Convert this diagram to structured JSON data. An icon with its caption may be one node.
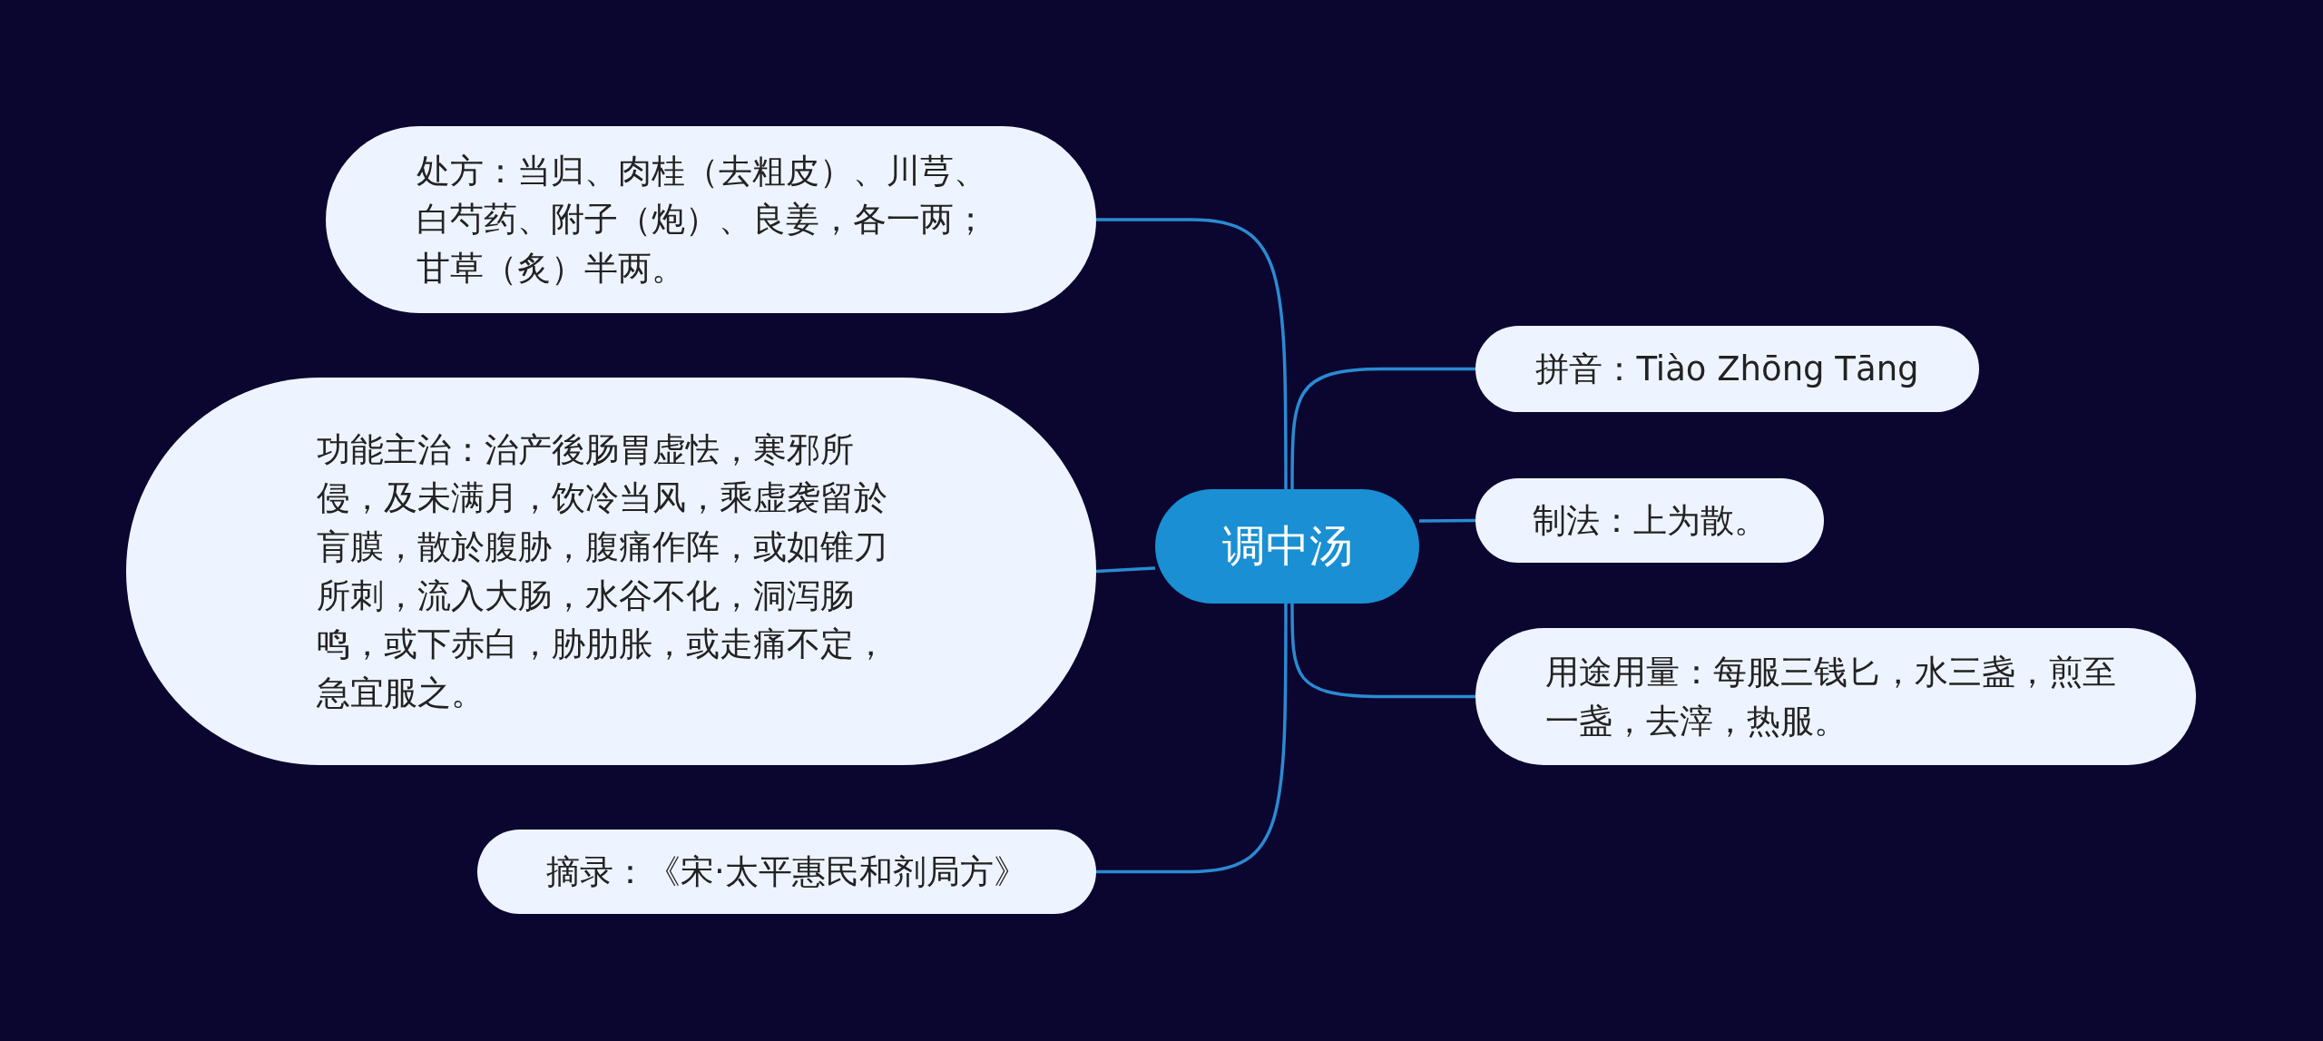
{
  "diagram": {
    "nodes": [
      {
        "text": [
          "调中汤"
        ]
      },
      {
        "text": [
          "处方：当归、肉桂（去粗皮）、川芎、白芍药、附子（炮）、良姜，各一两；甘草（炙）半两。"
        ]
      },
      {
        "text": [
          "功能主治：治产後肠胃虚怯，寒邪所侵，及未满月，饮冷当风，乘虚袭留於肓膜，散於腹胁，腹痛作阵，或如锥刀所刺，流入大肠，水谷不化，洞泻肠鸣，或下赤白，胁肋胀，或走痛不定，急宜服之。"
        ]
      },
      {
        "text": [
          "摘录：《宋·太平惠民和剂局方》"
        ]
      },
      {
        "text": [
          "拼音：Tiào Zhōng Tāng"
        ]
      },
      {
        "text": [
          "制法：上为散。"
        ]
      },
      {
        "text": [
          "用途用量：每服三钱匕，水三盏，煎至一盏，去滓，热服。"
        ]
      }
    ],
    "edges": [
      {
        "from": 0,
        "to": 1,
        "arrow": "none"
      },
      {
        "from": 0,
        "to": 2,
        "arrow": "none"
      },
      {
        "from": 0,
        "to": 3,
        "arrow": "none"
      },
      {
        "from": 0,
        "to": 4,
        "arrow": "none"
      },
      {
        "from": 0,
        "to": 5,
        "arrow": "none"
      },
      {
        "from": 0,
        "to": 6,
        "arrow": "none"
      }
    ]
  }
}
